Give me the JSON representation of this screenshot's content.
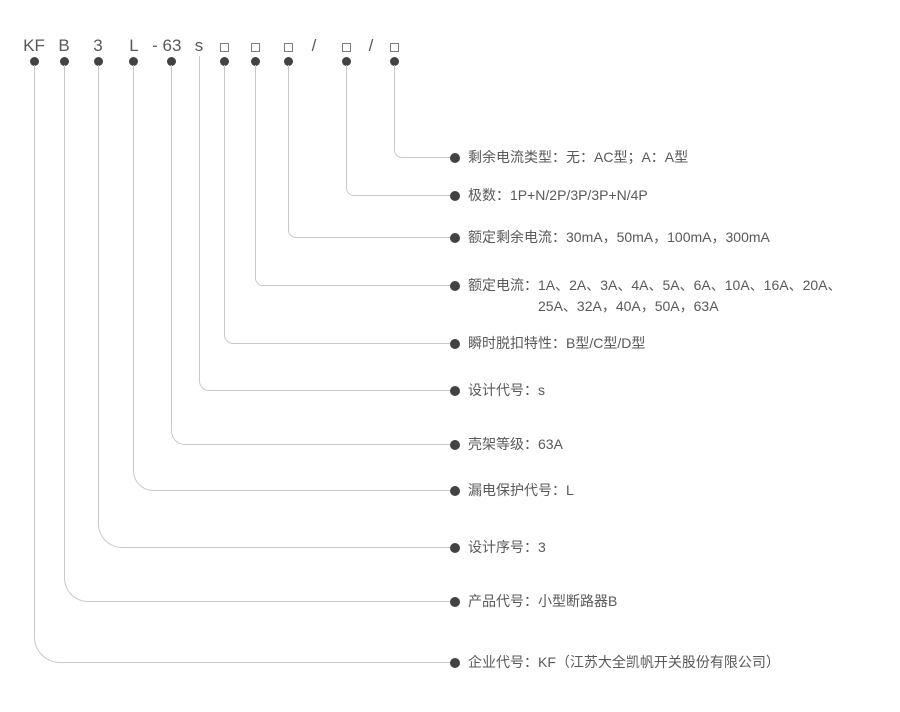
{
  "colors": {
    "text": "#595959",
    "line": "#c9c9c9",
    "bullet": "#424242",
    "box_border": "#7d7d7d",
    "background": "#ffffff"
  },
  "model_code": {
    "segments": [
      "KF",
      "B",
      "3",
      "L",
      "-",
      "63",
      "s",
      "□",
      "□",
      "□",
      "/",
      "□",
      "/",
      "□"
    ]
  },
  "icons": {
    "bullet": "dot-bullet-icon",
    "placeholder": "empty-box-icon"
  },
  "rows": [
    {
      "text": "剩余电流类型：无：AC型；A：A型"
    },
    {
      "text": "极数：1P+N/2P/3P/3P+N/4P"
    },
    {
      "text": "额定剩余电流：30mA，50mA，100mA，300mA"
    },
    {
      "text": "额定电流：1A、2A、3A、4A、5A、6A、10A、16A、20A、",
      "text2": "25A、32A，40A，50A，63A"
    },
    {
      "text": "瞬时脱扣特性：B型/C型/D型"
    },
    {
      "text": "设计代号：s"
    },
    {
      "text": "壳架等级：63A"
    },
    {
      "text": "漏电保护代号：L"
    },
    {
      "text": "设计序号：3"
    },
    {
      "text": "产品代号：小型断路器B"
    },
    {
      "text": "企业代号：KF（江苏大全凯帆开关股份有限公司）"
    }
  ]
}
